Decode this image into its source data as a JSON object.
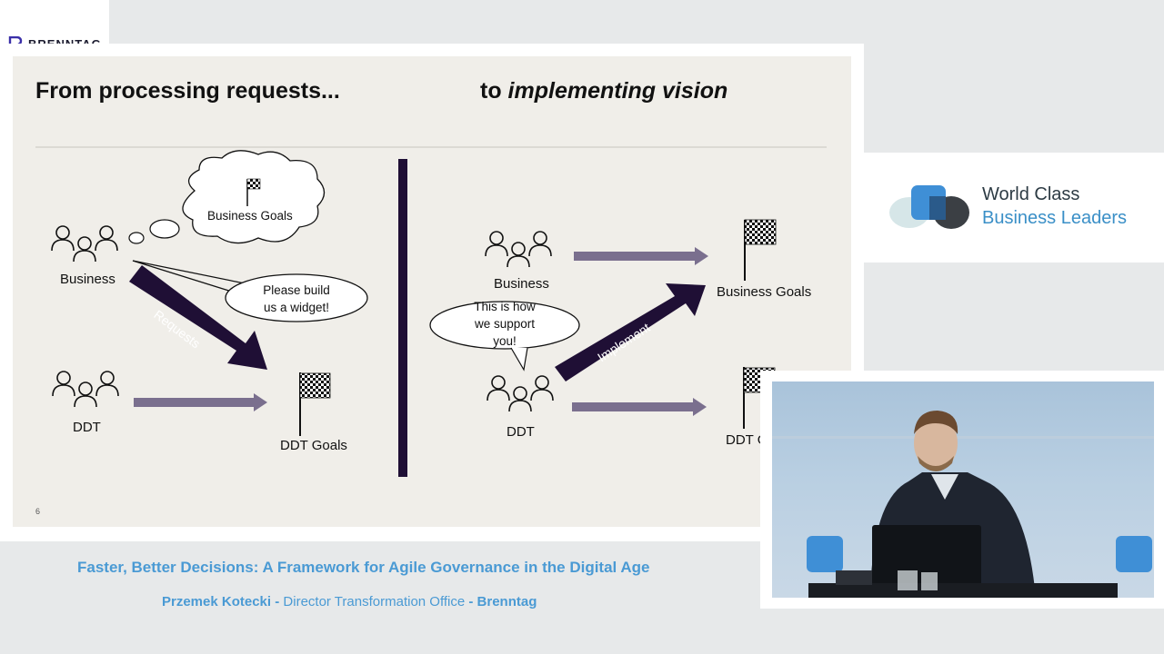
{
  "brand": {
    "name": "BRENNTAG",
    "color": "#3a2fa8"
  },
  "slide": {
    "heading_left": "From processing requests...",
    "heading_right_prefix": "to ",
    "heading_right_italic": "implementing vision",
    "page_number": "6",
    "left": {
      "business_label": "Business",
      "thought_text": "Business Goals",
      "speech_text_line1": "Please build",
      "speech_text_line2": "us a widget!",
      "arrow_label": "Requests",
      "ddt_label": "DDT",
      "ddt_goals_label": "DDT Goals"
    },
    "right": {
      "business_label": "Business",
      "business_goals_label": "Business Goals",
      "speech_line1": "This is how",
      "speech_line2": "we support",
      "speech_line3": "you!",
      "arrow_label": "Implement",
      "ddt_label": "DDT",
      "ddt_goals_label": "DDT G"
    }
  },
  "sponsor": {
    "line1": "World Class",
    "line2": "Business Leaders"
  },
  "caption": {
    "title": "Faster, Better Decisions: A Framework for Agile Governance in the Digital Age",
    "speaker_name": "Przemek Kotecki",
    "separator1": " -  ",
    "speaker_role": "Director Transformation Office",
    "separator2": " -  ",
    "company": "Brenntag"
  },
  "colors": {
    "caption_blue": "#4a9ad4",
    "slide_bg": "#f0eee9",
    "arrow_dark": "#1f0f35",
    "arrow_gray": "#7a6f8e"
  }
}
